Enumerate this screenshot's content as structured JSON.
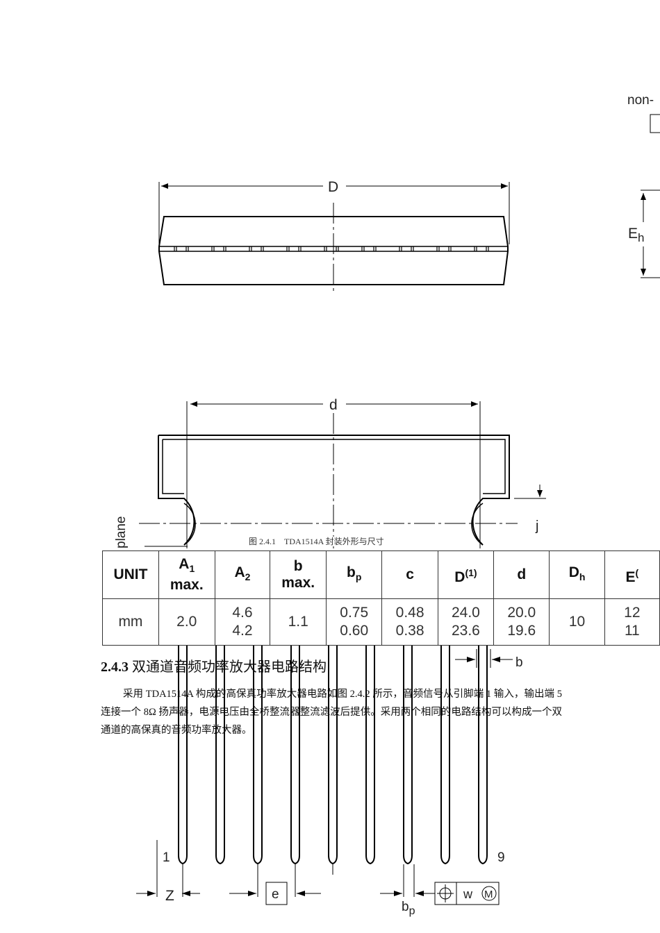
{
  "drawing": {
    "top_label_noncut": "non-",
    "dim_D": "D",
    "dim_Eh": "E",
    "dim_Eh_sub": "h",
    "dim_d": "d",
    "dim_j": "j",
    "plane_label": "plane",
    "dim_b": "b",
    "pin_1": "1",
    "pin_9": "9",
    "dim_Z": "Z",
    "dim_e": "e",
    "dim_bp": "b",
    "dim_bp_sub": "p",
    "tolerance_w": "w",
    "tolerance_M": "M"
  },
  "table": {
    "headers": [
      {
        "main": "UNIT",
        "sub": "",
        "sup": "",
        "line2": ""
      },
      {
        "main": "A",
        "sub": "1",
        "sup": "",
        "line2": "max."
      },
      {
        "main": "A",
        "sub": "2",
        "sup": "",
        "line2": ""
      },
      {
        "main": "b",
        "sub": "",
        "sup": "",
        "line2": "max."
      },
      {
        "main": "b",
        "sub": "p",
        "sup": "",
        "line2": ""
      },
      {
        "main": "c",
        "sub": "",
        "sup": "",
        "line2": ""
      },
      {
        "main": "D",
        "sub": "",
        "sup": "(1)",
        "line2": ""
      },
      {
        "main": "d",
        "sub": "",
        "sup": "",
        "line2": ""
      },
      {
        "main": "D",
        "sub": "h",
        "sup": "",
        "line2": ""
      },
      {
        "main": "E",
        "sub": "",
        "sup": "(",
        "line2": ""
      }
    ],
    "row": [
      {
        "top": "mm",
        "bottom": ""
      },
      {
        "top": "2.0",
        "bottom": ""
      },
      {
        "top": "4.6",
        "bottom": "4.2"
      },
      {
        "top": "1.1",
        "bottom": ""
      },
      {
        "top": "0.75",
        "bottom": "0.60"
      },
      {
        "top": "0.48",
        "bottom": "0.38"
      },
      {
        "top": "24.0",
        "bottom": "23.6"
      },
      {
        "top": "20.0",
        "bottom": "19.6"
      },
      {
        "top": "10",
        "bottom": ""
      },
      {
        "top": "12",
        "bottom": "11"
      }
    ]
  },
  "caption": "图 2.4.1    TDA1514A 封装外形与尺寸",
  "section": {
    "number": "2.4.3",
    "title": " 双通道音频功率放大器电路结构",
    "paragraph": "采用 TDA1514A 构成的高保真功率放大器电路如图 2.4.2 所示，音频信号从引脚端 1 输入，输出端 5 连接一个 8Ω 扬声器，电源电压由全桥整流器整流滤波后提供。采用两个相同的电路结构可以构成一个双通道的高保真的音频功率放大器。"
  }
}
